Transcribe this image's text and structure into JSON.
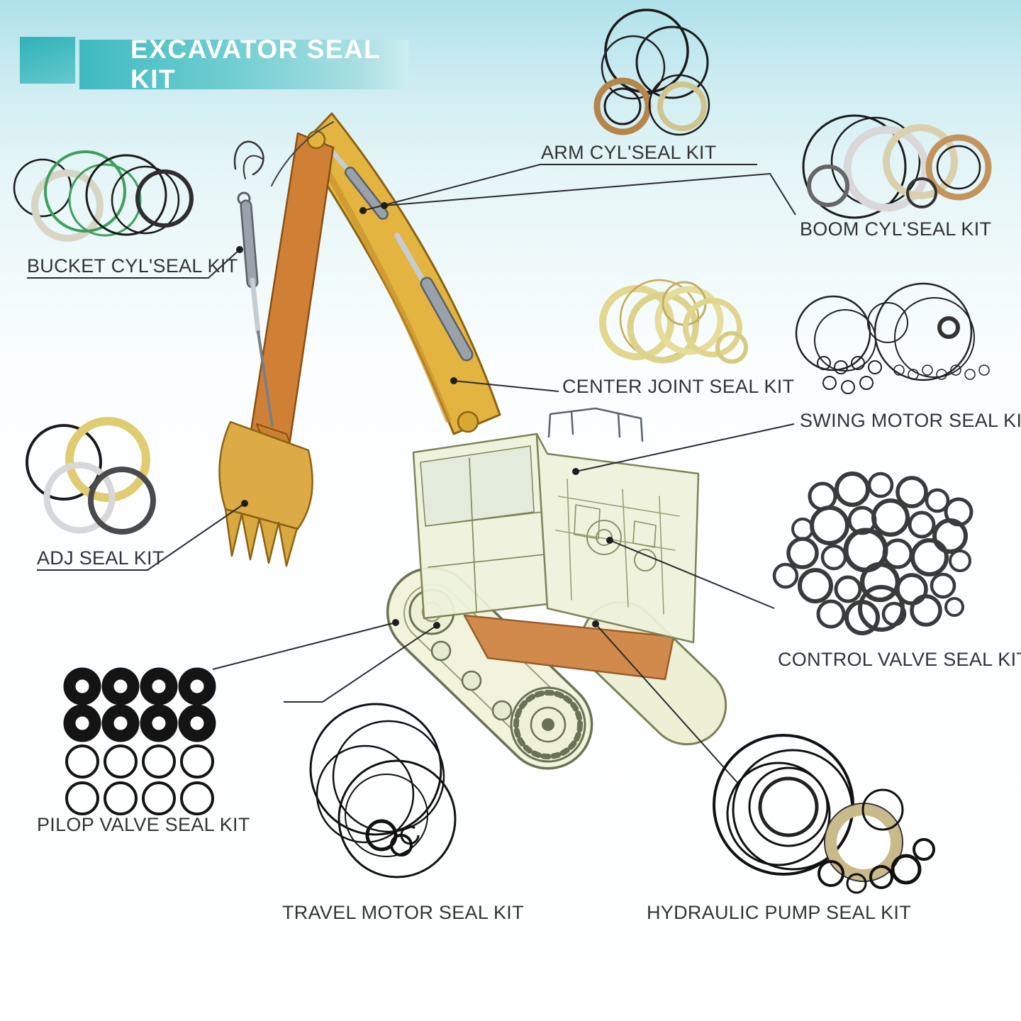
{
  "header": {
    "title": "EXCAVATOR SEAL KIT",
    "accent_color": "#3ebac0"
  },
  "diagram": {
    "line_color": "#2b2b2b",
    "label_color": "#333333"
  },
  "kits": [
    {
      "id": "arm-cyl",
      "label": "ARM CYL'SEAL KIT"
    },
    {
      "id": "boom-cyl",
      "label": "BOOM CYL'SEAL KIT"
    },
    {
      "id": "bucket-cyl",
      "label": "BUCKET CYL'SEAL KIT"
    },
    {
      "id": "center-joint",
      "label": "CENTER JOINT SEAL KIT"
    },
    {
      "id": "swing-motor",
      "label": "SWING MOTOR SEAL KIT"
    },
    {
      "id": "adj",
      "label": "ADJ SEAL KIT"
    },
    {
      "id": "control-valve",
      "label": "CONTROL VALVE SEAL KIT"
    },
    {
      "id": "pilop-valve",
      "label": "PILOP VALVE SEAL KIT"
    },
    {
      "id": "travel-motor",
      "label": "TRAVEL MOTOR SEAL KIT"
    },
    {
      "id": "hydraulic-pump",
      "label": "HYDRAULIC PUMP SEAL KIT"
    }
  ]
}
